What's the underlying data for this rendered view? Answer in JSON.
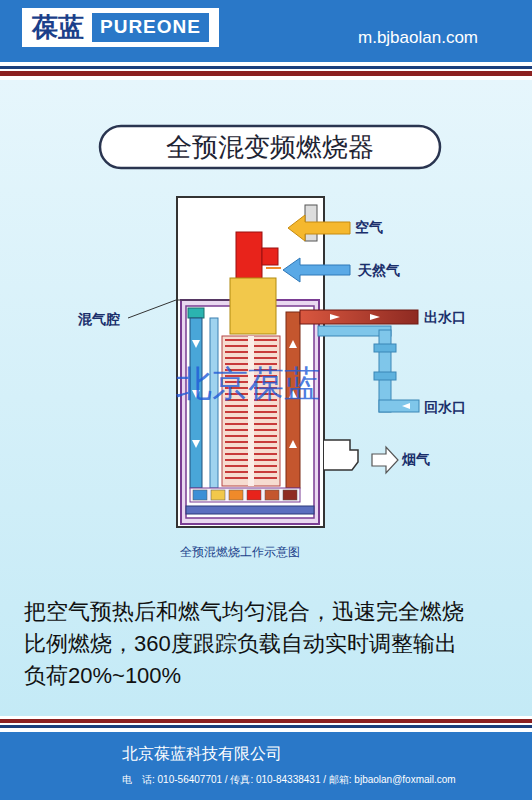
{
  "diagram": {
    "title": "全预混变频燃烧器",
    "caption": "全预混燃烧工作示意图",
    "nodes": [
      {
        "text": [
          "m.bjbaolan.com"
        ]
      },
      {
        "text": [
          "葆蓝",
          "PUREONE"
        ],
        "in": 0
      },
      {
        "text": [
          "北京葆蓝科技有限公司",
          "电　话: 010-56407701 / 传真: 010-84338431 / 邮箱: bjbaolan@foxmail.com"
        ]
      }
    ],
    "labels": [
      "空气",
      "天然气",
      "混气腔",
      "出水口",
      "回水口",
      "烟气",
      "北京葆蓝",
      "把空气预热后和燃气均匀混合，迅速完全燃烧 比例燃烧，360度跟踪负载自动实时调整输出 负荷20%~100%"
    ]
  }
}
